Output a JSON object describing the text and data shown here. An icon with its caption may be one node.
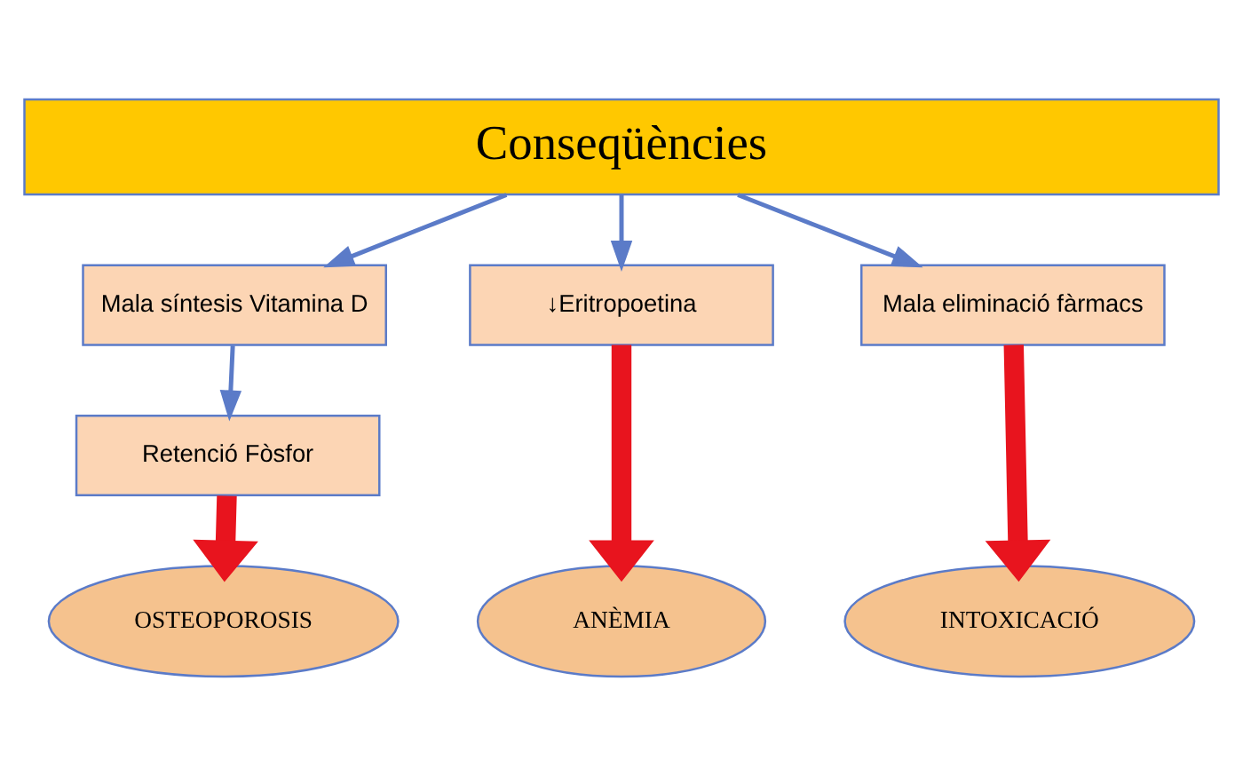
{
  "diagram": {
    "nodes": [
      {
        "text": [
          "Conseqüències"
        ]
      },
      {
        "text": [
          "Mala síntesis Vitamina D"
        ]
      },
      {
        "text": [
          "Retenció Fòsfor"
        ]
      },
      {
        "text": [
          "↓Eritropoetina"
        ]
      },
      {
        "text": [
          "Mala eliminació fàrmacs"
        ]
      },
      {
        "text": [
          "OSTEOPOROSIS"
        ]
      },
      {
        "text": [
          "ANÈMIA"
        ]
      },
      {
        "text": [
          "INTOXICACIÓ"
        ]
      }
    ],
    "edges": [
      {
        "from": 0,
        "to": 1,
        "arrow": "to"
      },
      {
        "from": 0,
        "to": 3,
        "arrow": "to"
      },
      {
        "from": 0,
        "to": 4,
        "arrow": "to"
      },
      {
        "from": 1,
        "to": 2,
        "arrow": "to"
      },
      {
        "from": 2,
        "to": 5,
        "arrow": "to",
        "style": "thick",
        "color": "#e8141e"
      },
      {
        "from": 3,
        "to": 6,
        "arrow": "to",
        "style": "thick",
        "color": "#e8141e"
      },
      {
        "from": 4,
        "to": 7,
        "arrow": "to",
        "style": "thick",
        "color": "#e8141e"
      }
    ]
  }
}
